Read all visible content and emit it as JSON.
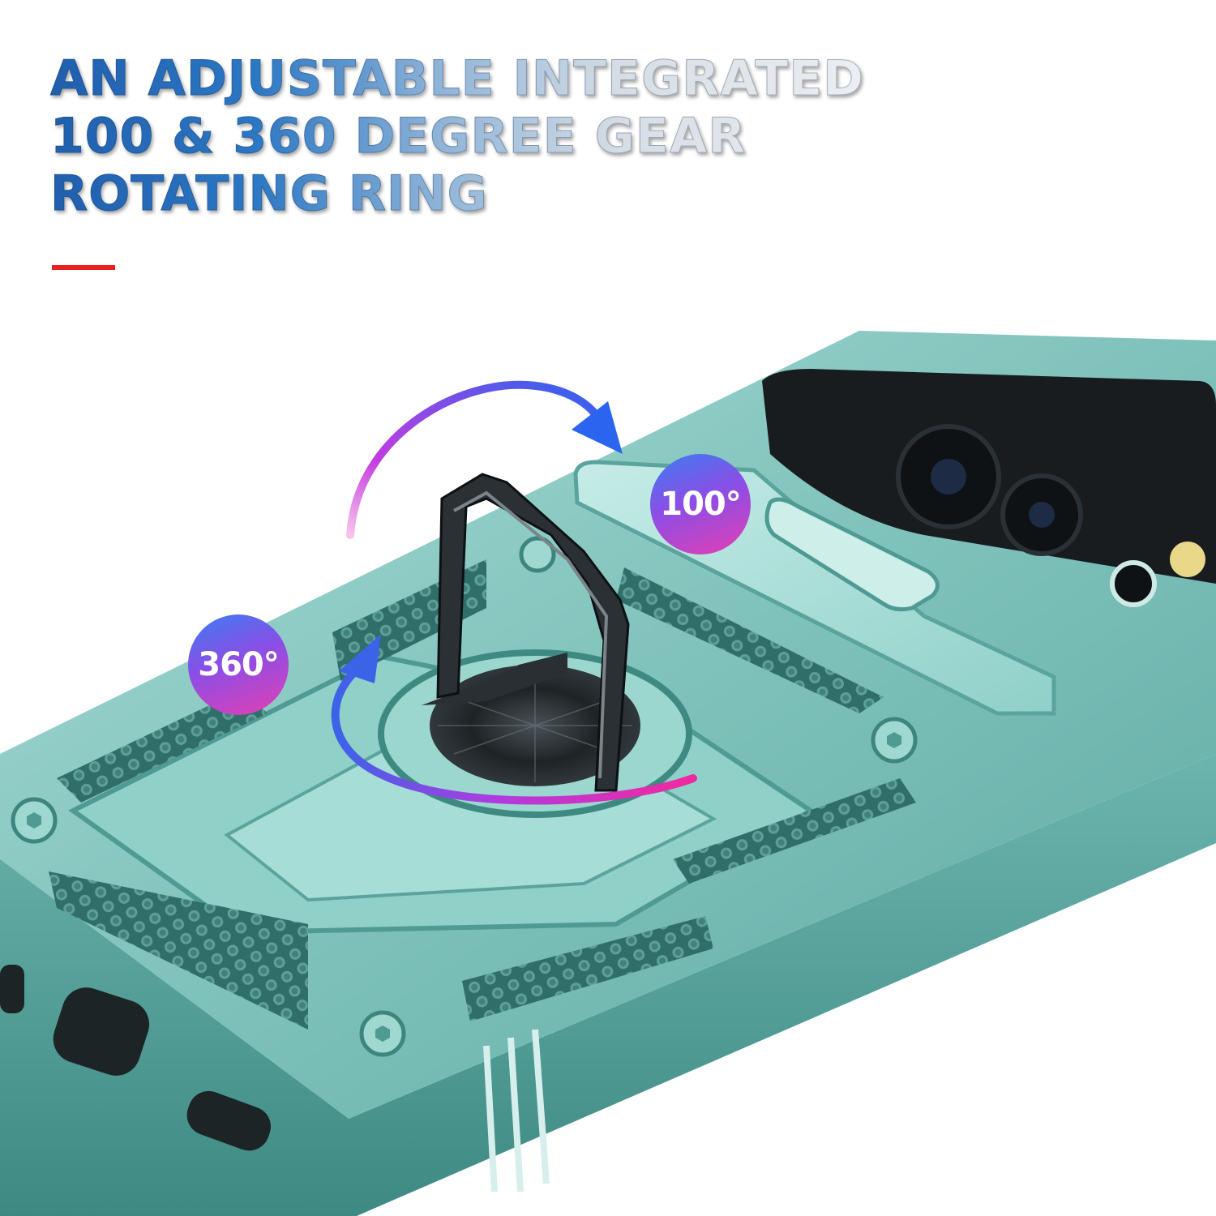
{
  "headline": {
    "lines": [
      "AN ADJUSTABLE INTEGRATED",
      "100 & 360 DEGREE GEAR",
      "ROTATING RING"
    ]
  },
  "badges": {
    "rotate_360": "360°",
    "rotate_100": "100°"
  },
  "colors": {
    "case": "#7fc2bb",
    "case_dark": "#3f8c85",
    "accent_rule": "#e8201e",
    "ring": "#2a2f33",
    "arrow_start": "#e02fb0",
    "arrow_end": "#2f6ff0"
  }
}
